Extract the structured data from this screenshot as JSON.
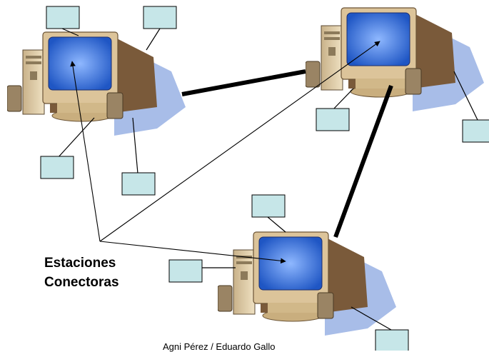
{
  "diagram": {
    "caption_line1": "Estaciones",
    "caption_line2": "Conectoras",
    "footer": "Agni Pérez / Eduardo Gallo"
  },
  "colors": {
    "screen": "#2f6fd6",
    "screen_glow": "#7fb0ff",
    "monitor_body": "#dcc49a",
    "shadow": "#a8bde8",
    "label_box": "#c6e6e8"
  }
}
